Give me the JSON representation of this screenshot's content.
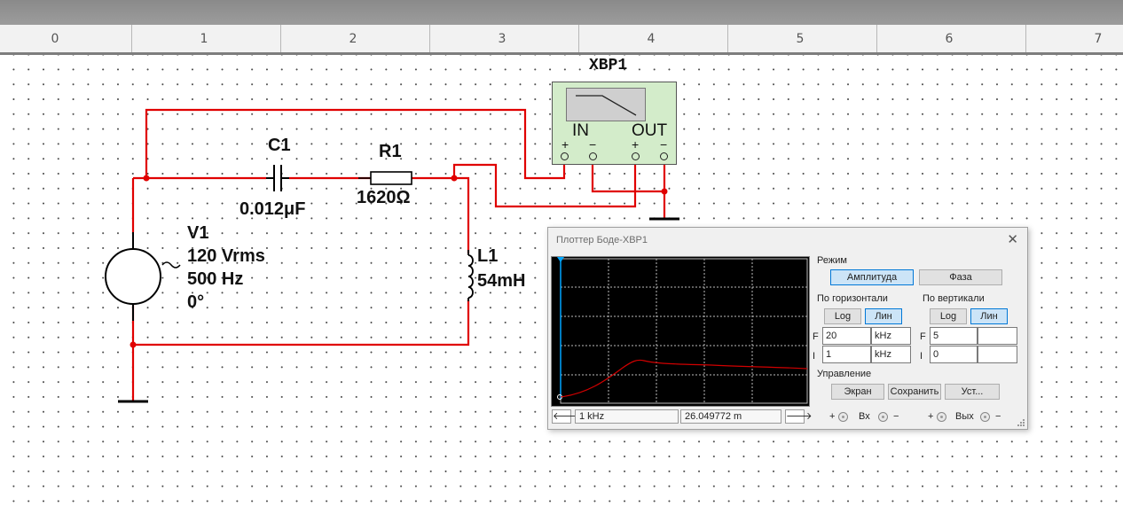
{
  "ruler": {
    "labels": [
      "0",
      "1",
      "2",
      "3",
      "4",
      "5",
      "6",
      "7"
    ]
  },
  "schematic": {
    "instrument": {
      "label": "XBP1",
      "in_label": "IN",
      "out_label": "OUT",
      "plus": "+",
      "minus": "−"
    },
    "capacitor": {
      "name": "C1",
      "value": "0.012μF"
    },
    "resistor": {
      "name": "R1",
      "value": "1620Ω"
    },
    "source": {
      "name": "V1",
      "voltage": "120 Vrms",
      "frequency": "500 Hz",
      "phase": "0°"
    },
    "inductor": {
      "name": "L1",
      "value": "54mH"
    },
    "wire_color": "#e00000"
  },
  "bode": {
    "title": "Плоттер Боде-XBP1",
    "close": "✕",
    "mode": {
      "label": "Режим",
      "amplitude": "Амплитуда",
      "phase": "Фаза"
    },
    "horizontal": {
      "label": "По горизонтали",
      "log": "Log",
      "lin": "Лин",
      "f_label": "F",
      "f_value": "20",
      "f_unit": "kHz",
      "i_label": "I",
      "i_value": "1",
      "i_unit": "kHz"
    },
    "vertical": {
      "label": "По вертикали",
      "log": "Log",
      "lin": "Лин",
      "f_label": "F",
      "f_value": "5",
      "f_unit": "",
      "i_label": "I",
      "i_value": "0",
      "i_unit": ""
    },
    "control": {
      "label": "Управление",
      "screen": "Экран",
      "save": "Сохранить",
      "settings": "Уст..."
    },
    "nav": {
      "left": "🡐",
      "right": "🡒",
      "freq_readout": "1 kHz",
      "value_readout": "26.049772 m"
    },
    "terminals": {
      "plus": "+",
      "minus": "−",
      "in_label": "Вх",
      "out_label": "Вых"
    },
    "plot": {
      "background": "#000000",
      "grid_color": "#bdbdbd",
      "curve_color": "#d10000",
      "cursor_color": "#00a6ff"
    }
  }
}
